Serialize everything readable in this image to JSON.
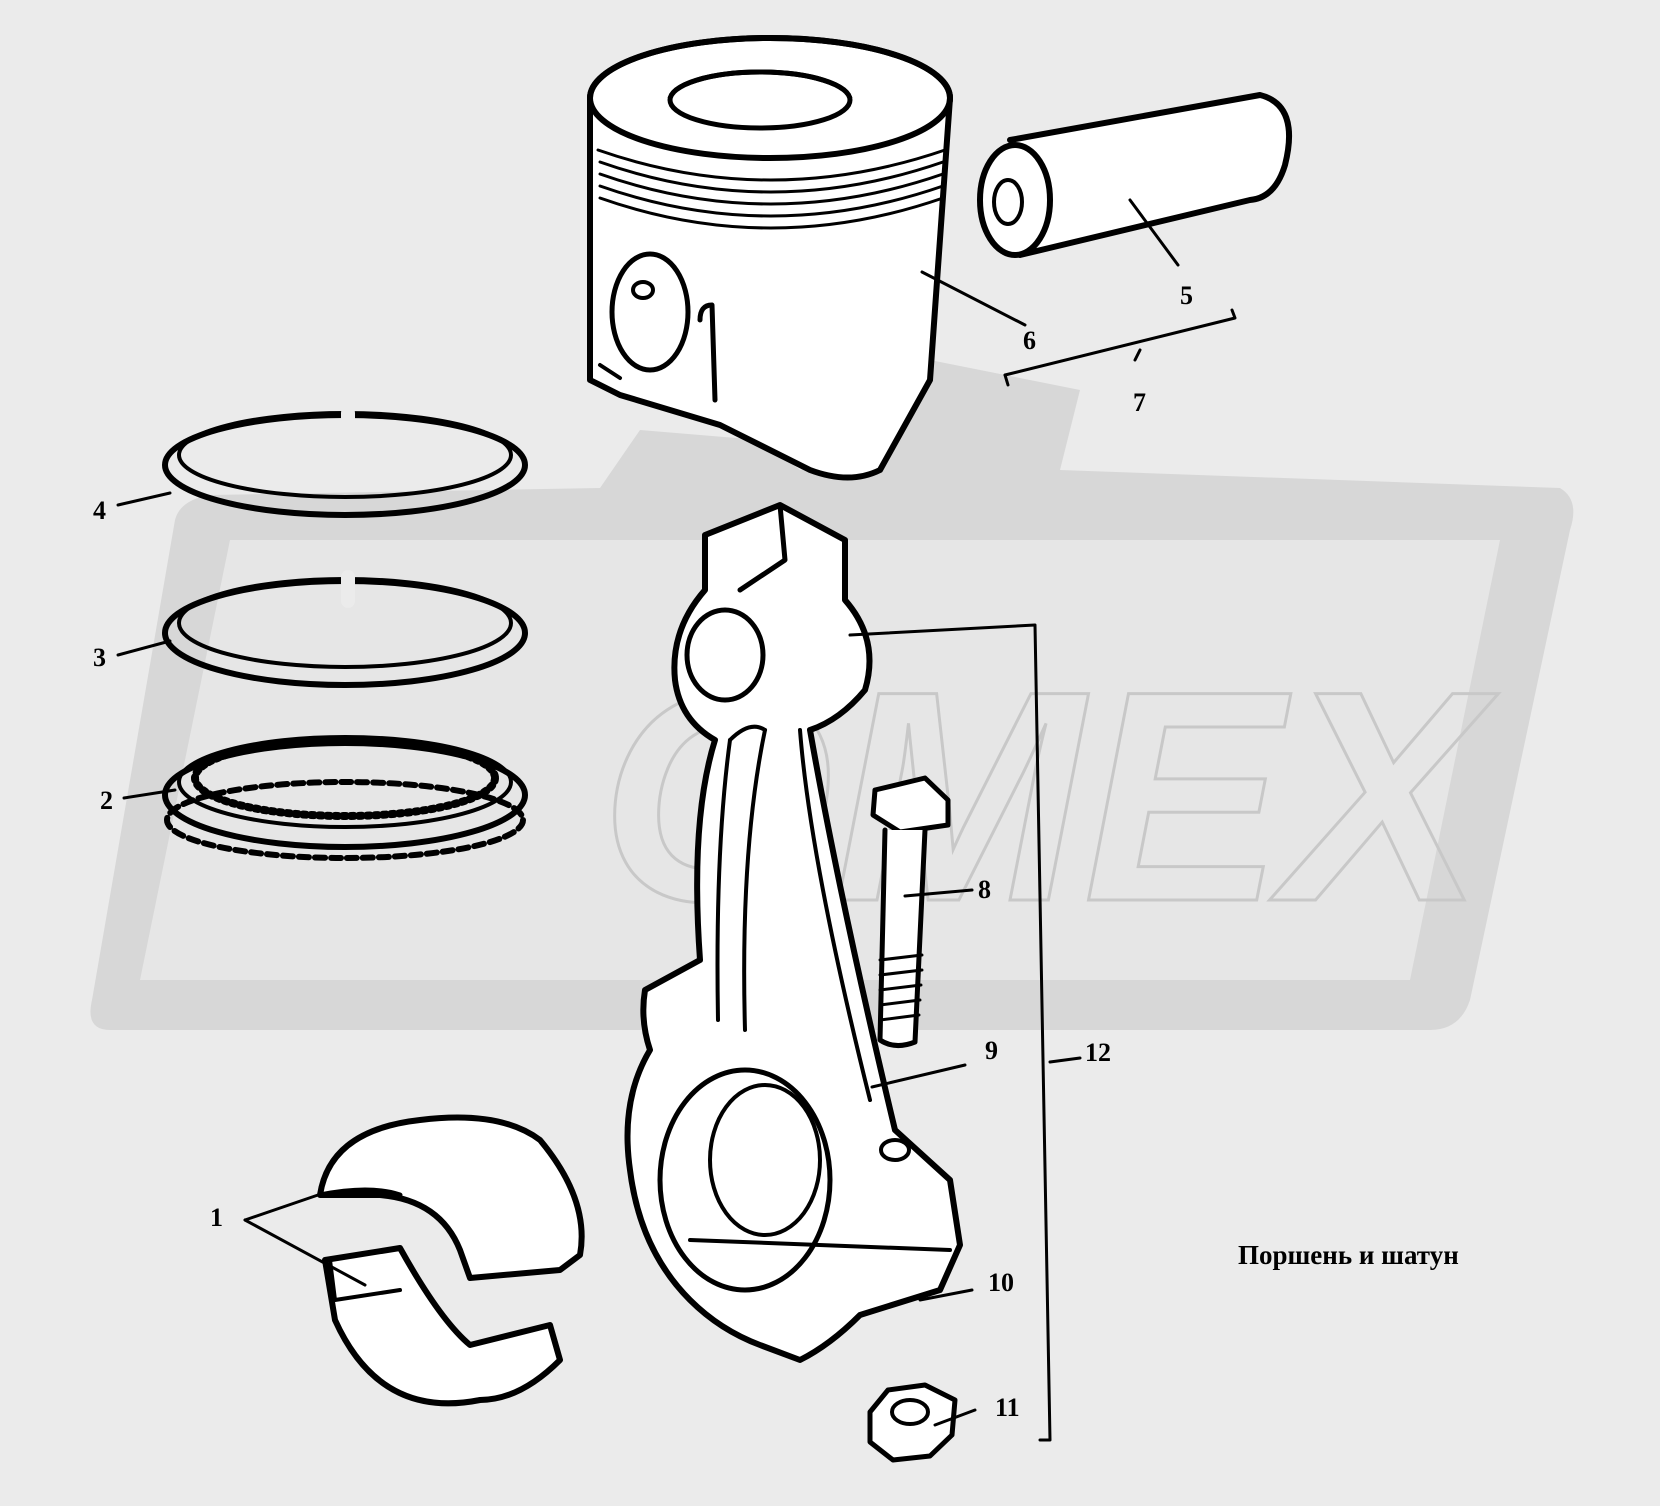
{
  "caption": "Поршень и шатун",
  "watermark_text": "OMEX",
  "watermark_color": "#d7d7d7",
  "background_color": "#ebebeb",
  "callouts": [
    {
      "id": "1",
      "part": "bearing-shells"
    },
    {
      "id": "2",
      "part": "oil-control-ring"
    },
    {
      "id": "3",
      "part": "compression-ring-lower"
    },
    {
      "id": "4",
      "part": "compression-ring-upper"
    },
    {
      "id": "5",
      "part": "piston-pin"
    },
    {
      "id": "6",
      "part": "piston"
    },
    {
      "id": "7",
      "part": "piston-and-pin-set"
    },
    {
      "id": "8",
      "part": "connecting-rod-bolt"
    },
    {
      "id": "9",
      "part": "connecting-rod"
    },
    {
      "id": "10",
      "part": "rod-cap"
    },
    {
      "id": "11",
      "part": "nut"
    },
    {
      "id": "12",
      "part": "connecting-rod-assembly"
    }
  ]
}
